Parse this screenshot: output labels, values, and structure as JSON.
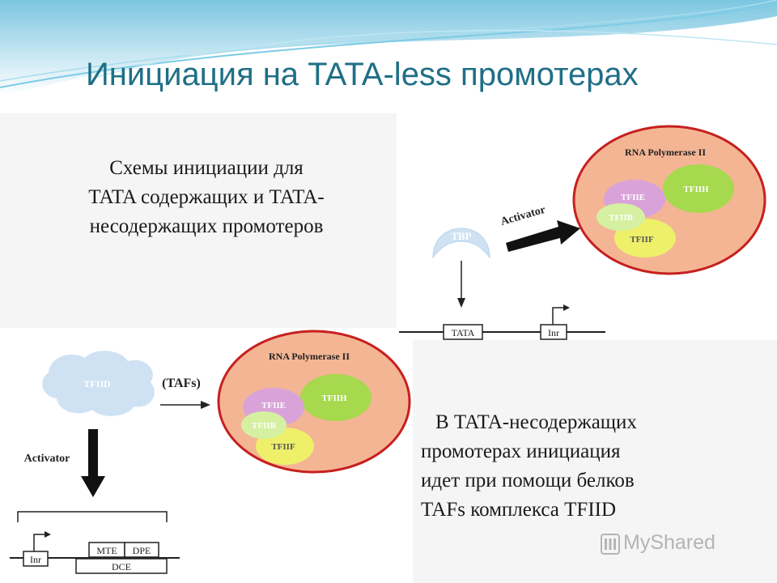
{
  "slide": {
    "title": "Инициация на TATA-less промотерах",
    "caption_top": [
      "Схемы инициации для",
      "TATA содержащих и TATA-",
      "несодержащих промотеров"
    ],
    "caption_bottom": [
      "В TATA-несодержащих",
      "промотерах  инициация",
      "идет при помощи белков",
      "TAFs комплекса TFIID"
    ],
    "watermark": "MyShared",
    "watermark_icon": "myshared-logo-icon"
  },
  "diagram_top": {
    "polymerase_label": "RNA Polymerase II",
    "tfiih": "TFIIH",
    "tfiie": "TFIIE",
    "tfiib": "TFIIB",
    "tfiif": "TFIIF",
    "activator": "Activator",
    "tbp": "TBP",
    "tata_box": "TATA",
    "inr_box": "Inr"
  },
  "diagram_bottom": {
    "polymerase_label": "RNA Polymerase II",
    "tfiih": "TFIIH",
    "tfiie": "TFIIE",
    "tfiib": "TFIIB",
    "tfiif": "TFIIF",
    "tfiid": "TFIID",
    "tafs": "(TAFs)",
    "activator": "Activator",
    "inr_box": "Inr",
    "mte_box": "MTE",
    "dpe_box": "DPE",
    "dce_box": "DCE"
  },
  "colors": {
    "title": "#1f6f86",
    "polymerase": "#f4b594",
    "tfiih": "#a6d94d",
    "tfiie": "#d9a3d9",
    "tfiib": "#d4f0a0",
    "tfiif": "#eef06a",
    "tfiid": "#cfe2f3",
    "tbp": "#cfe2f3"
  }
}
